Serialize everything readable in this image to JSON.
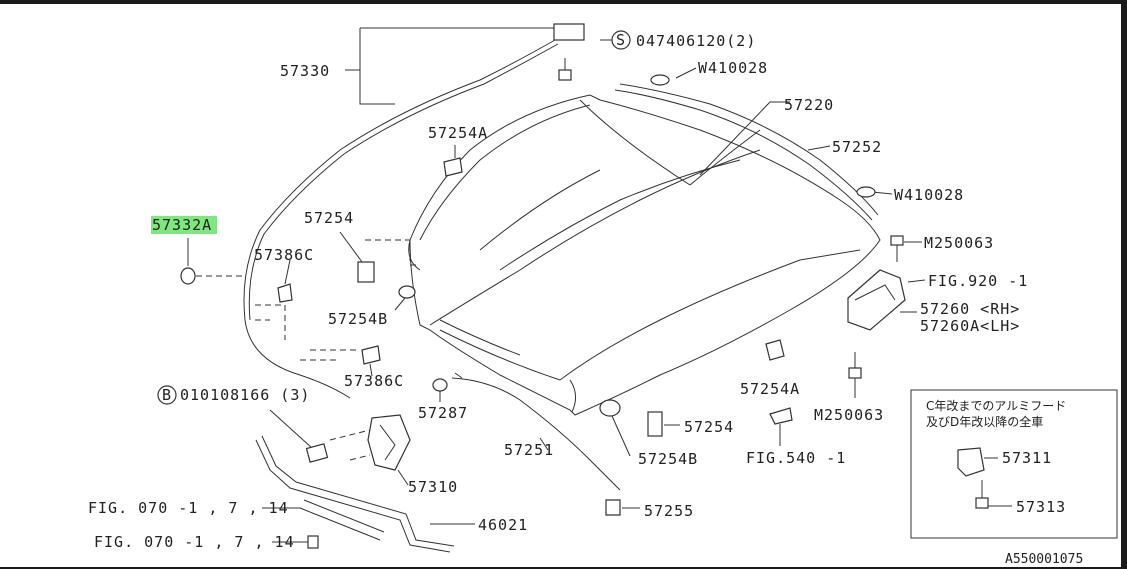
{
  "colors": {
    "highlight": "#7ee87e",
    "ink": "#222222",
    "frame": "#1a1a1a"
  },
  "labels": {
    "p57330": "57330",
    "p047406120": "047406120(2)",
    "w410028_top": "W410028",
    "p57220": "57220",
    "p57252": "57252",
    "w410028_right": "W410028",
    "m250063_top": "M250063",
    "fig920": "FIG.920 -1",
    "p57260rh": "57260 <RH>",
    "p57260alh": "57260A<LH>",
    "p57254a_top": "57254A",
    "p57332a_hl": "57332",
    "p57332a_suffix": "A",
    "p57254_left": "57254",
    "p57386c_top": "57386C",
    "p57254b_left": "57254B",
    "p57386c_bot": "57386C",
    "p010108166": "010108166 (3)",
    "p57287": "57287",
    "p57251": "57251",
    "p57254_mid": "57254",
    "p57254b_mid": "57254B",
    "p57254a_right": "57254A",
    "m250063_bot": "M250063",
    "fig540": "FIG.540 -1",
    "p57310": "57310",
    "p57255": "57255",
    "p46021": "46021",
    "fig070_a": "FIG. 070 -1 , 7 , 14",
    "fig070_b": "FIG. 070 -1 , 7 , 14",
    "inset_line1": "C年改までのアルミフード",
    "inset_line2": "及びD年改以降の全車",
    "p57311": "57311",
    "p57313": "57313",
    "diagram_id": "A550001075",
    "circle_s": "S",
    "circle_b": "B"
  }
}
